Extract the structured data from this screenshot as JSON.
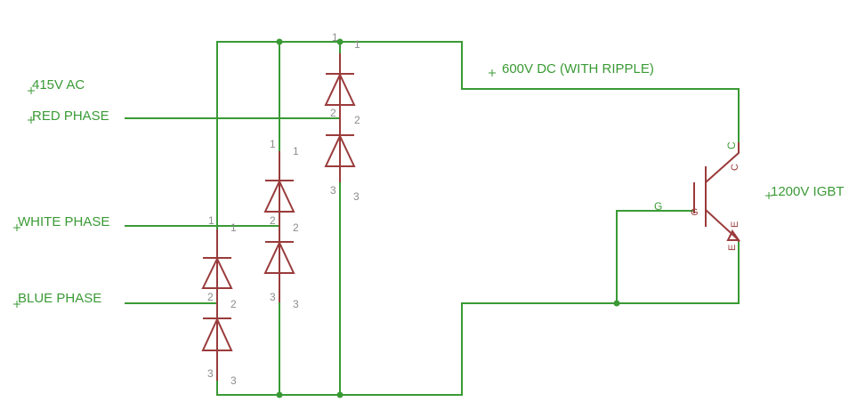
{
  "labels": {
    "ac_supply": "415V AC",
    "red_phase": "RED PHASE",
    "white_phase": "WHITE PHASE",
    "blue_phase": "BLUE PHASE",
    "dc_bus": "600V DC (WITH RIPPLE)",
    "igbt": "1200V IGBT"
  },
  "pins": {
    "p1": "1",
    "p2": "2",
    "p3": "3"
  },
  "igbt_pins": {
    "gate": "G",
    "collector": "C",
    "emitter": "E"
  },
  "colors": {
    "wire": "#3a9a35",
    "component": "#9a3b3b",
    "pin_number": "#8c8c8c"
  }
}
